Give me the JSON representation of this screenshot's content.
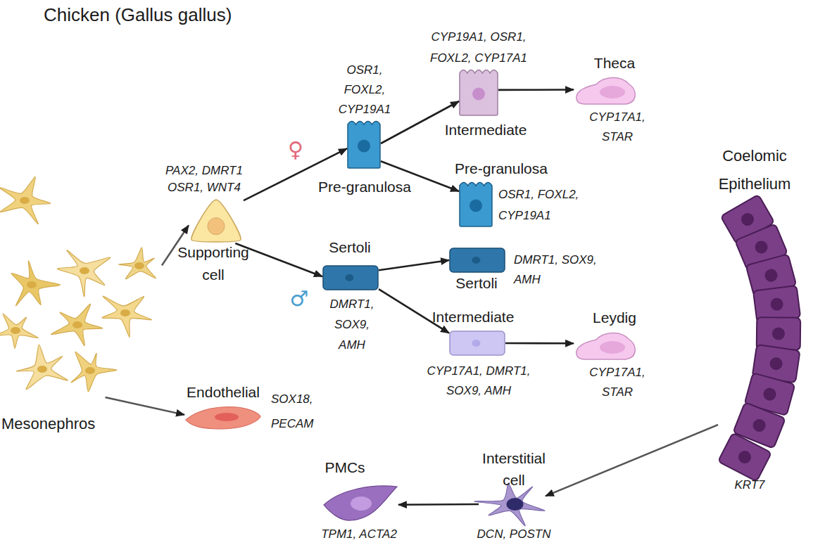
{
  "diagram": {
    "title": "Chicken (Gallus gallus)",
    "nodes": [
      {
        "text": [
          "Mesonephros"
        ]
      },
      {
        "text": [
          "PAX2, DMRT1 OSR1, WNT4",
          "Supporting cell"
        ]
      },
      {
        "text": [
          "OSR1, FOXL2, CYP19A1",
          "Pre-granulosa"
        ]
      },
      {
        "text": [
          "CYP19A1, OSR1, FOXL2, CYP17A1",
          "Intermediate"
        ]
      },
      {
        "text": [
          "Theca",
          "CYP17A1, STAR"
        ]
      },
      {
        "text": [
          "Pre-granulosa",
          "OSR1, FOXL2, CYP19A1"
        ]
      },
      {
        "text": [
          "Sertoli",
          "DMRT1, SOX9, AMH"
        ]
      },
      {
        "text": [
          "DMRT1, SOX9, AMH",
          "Sertoli"
        ]
      },
      {
        "text": [
          "Intermediate",
          "CYP17A1, DMRT1, SOX9, AMH"
        ]
      },
      {
        "text": [
          "Leydig",
          "CYP17A1, STAR"
        ]
      },
      {
        "text": [
          "Endothelial",
          "SOX18, PECAM"
        ]
      },
      {
        "text": [
          "Coelomic Epithelium",
          "KRT7"
        ]
      },
      {
        "text": [
          "Interstitial cell",
          "DCN, POSTN"
        ]
      },
      {
        "text": [
          "PMCs",
          "TPM1, ACTA2"
        ]
      }
    ],
    "edges": [
      {
        "from": 0,
        "to": 1,
        "arrow": "to"
      },
      {
        "from": 0,
        "to": 10,
        "arrow": "to"
      },
      {
        "from": 1,
        "to": 2,
        "arrow": "to"
      },
      {
        "from": 1,
        "to": 6,
        "arrow": "to"
      },
      {
        "from": 2,
        "to": 3,
        "arrow": "to"
      },
      {
        "from": 2,
        "to": 5,
        "arrow": "to"
      },
      {
        "from": 3,
        "to": 4,
        "arrow": "to"
      },
      {
        "from": 6,
        "to": 7,
        "arrow": "to"
      },
      {
        "from": 6,
        "to": 8,
        "arrow": "to"
      },
      {
        "from": 8,
        "to": 9,
        "arrow": "to"
      },
      {
        "from": 11,
        "to": 12,
        "arrow": "to"
      },
      {
        "from": 12,
        "to": 13,
        "arrow": "to"
      }
    ],
    "labels": [
      "♀",
      "♂"
    ]
  }
}
